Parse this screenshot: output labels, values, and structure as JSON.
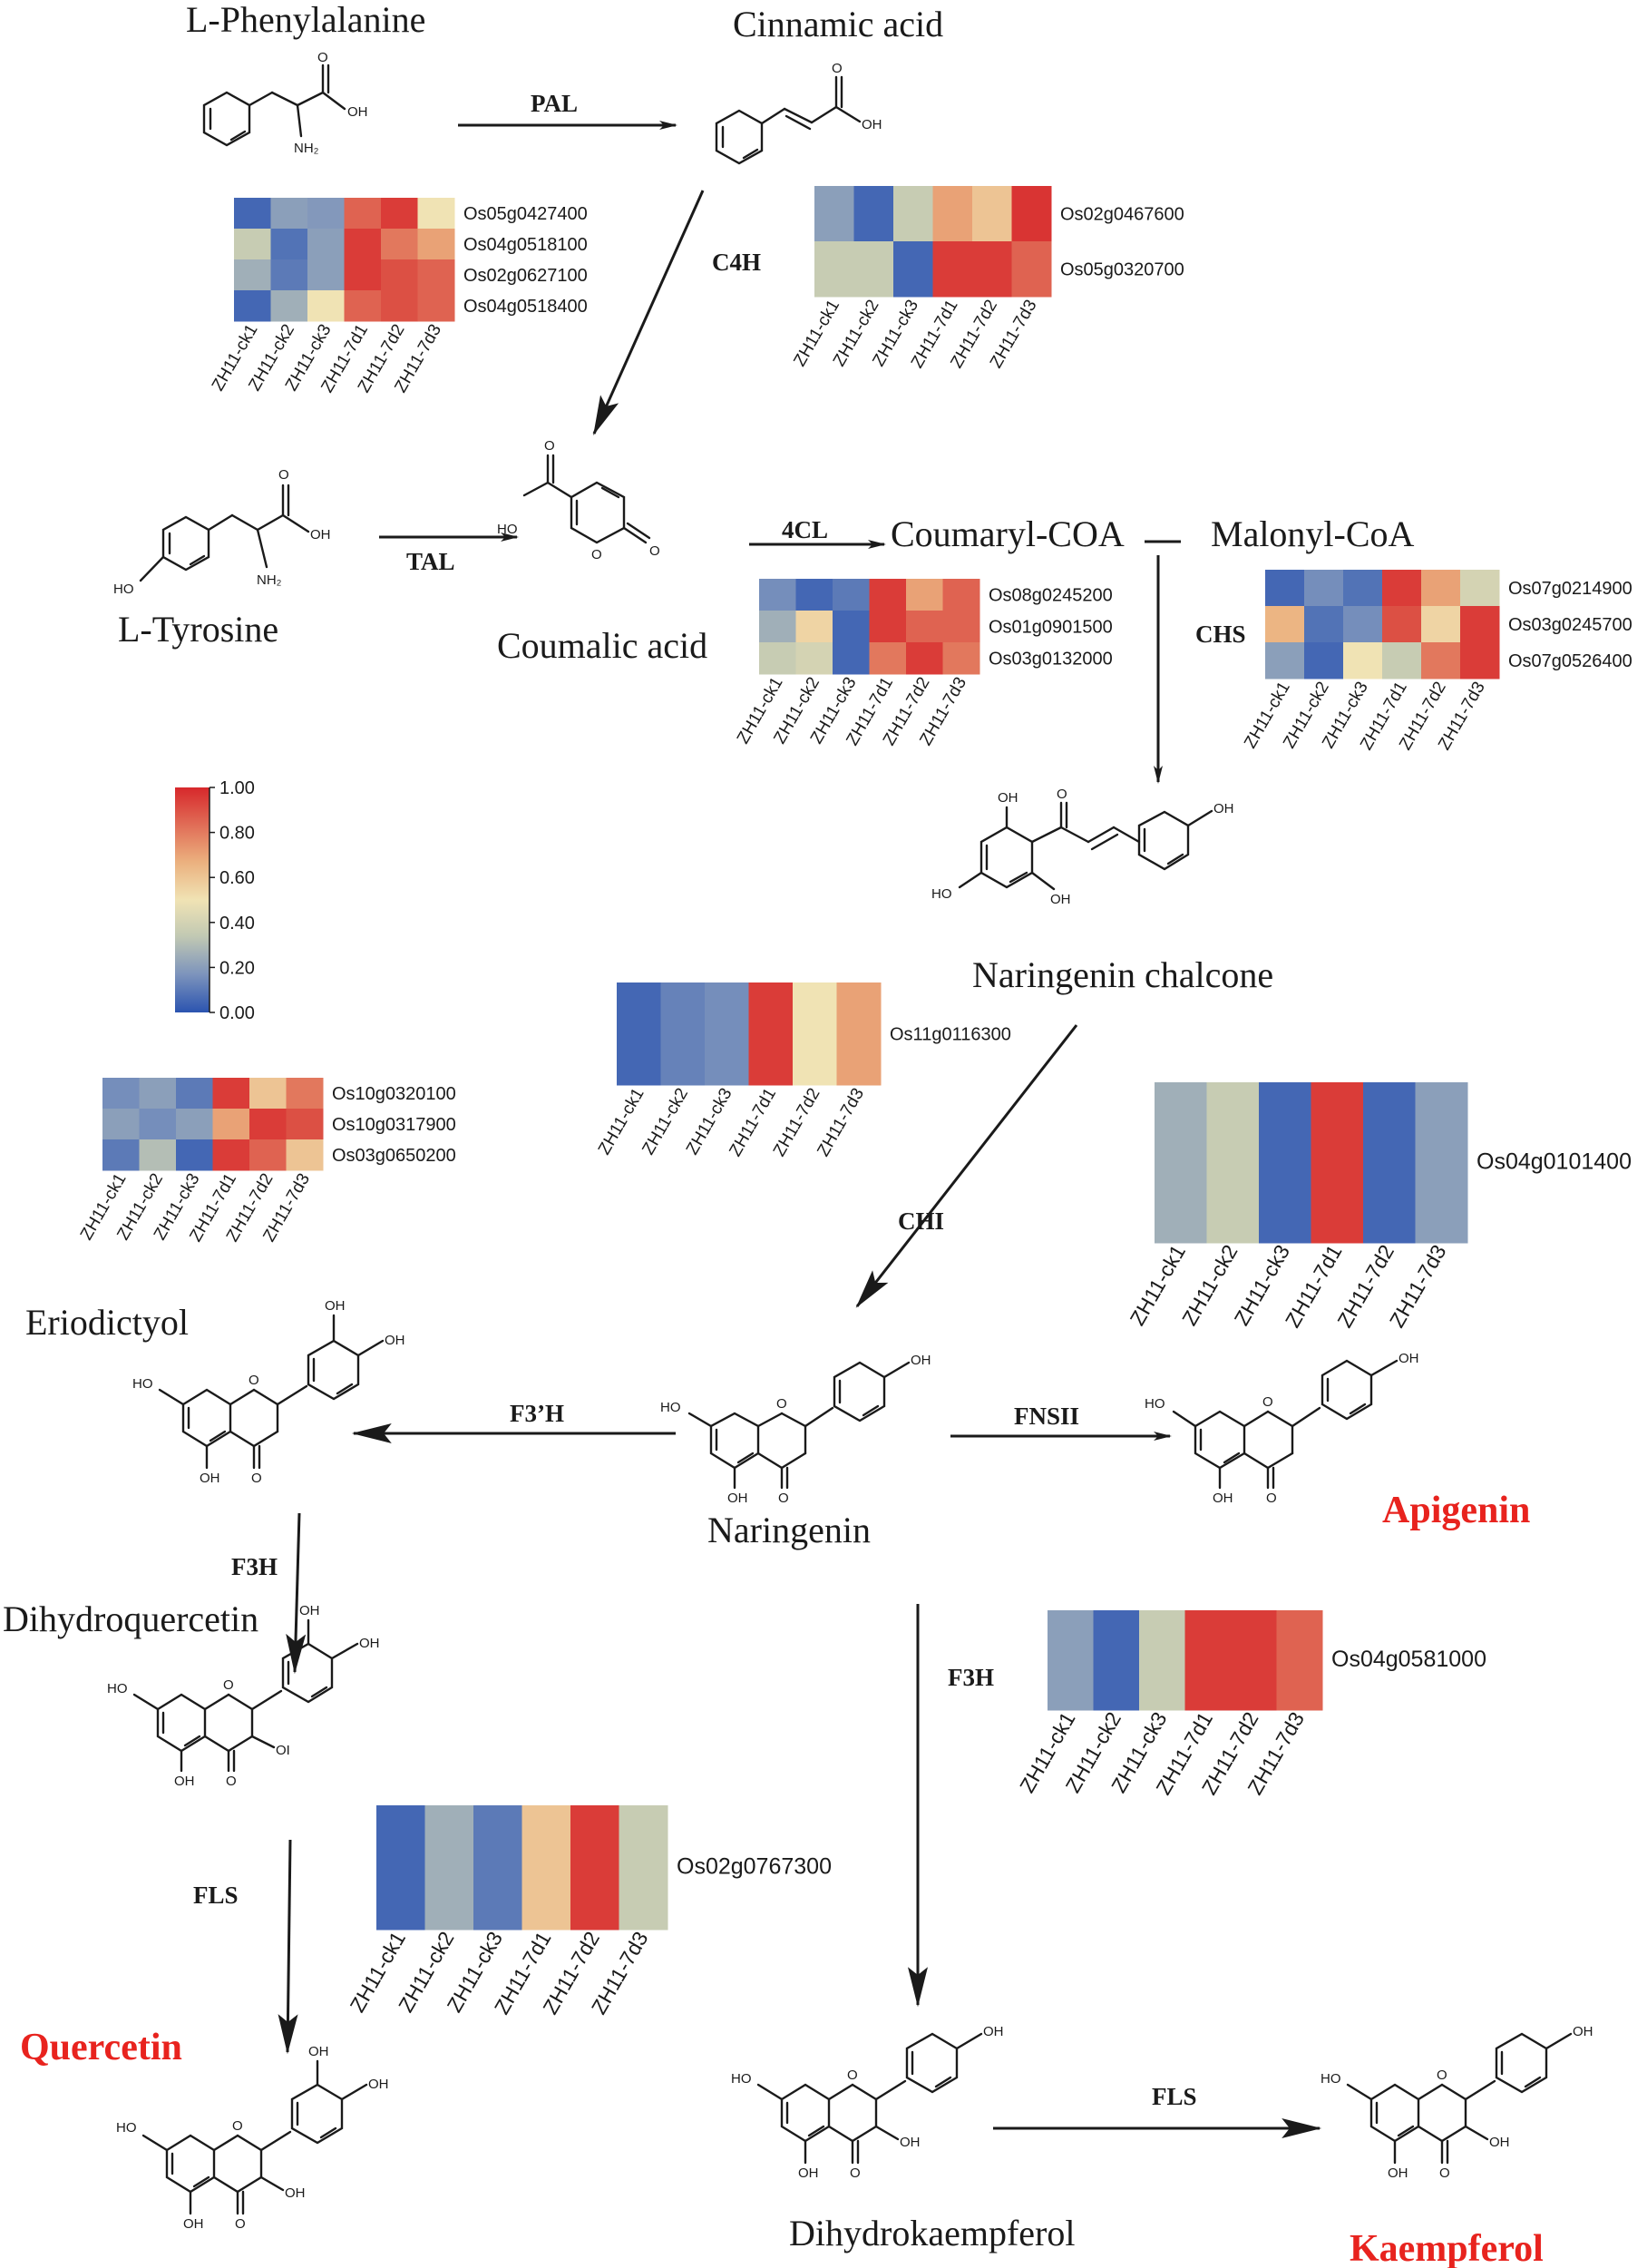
{
  "colors": {
    "scale": [
      "#2b54b0",
      "#7d94bc",
      "#c2c9b3",
      "#f0e3b4",
      "#ebb07e",
      "#e06a55",
      "#d7282b"
    ],
    "highlight": "#e8231e"
  },
  "samples": [
    "ZH11-ck1",
    "ZH11-ck2",
    "ZH11-ck3",
    "ZH11-7d1",
    "ZH11-7d2",
    "ZH11-7d3"
  ],
  "colorbar": {
    "ticks": [
      "1.00",
      "0.80",
      "0.60",
      "0.40",
      "0.20",
      "0.00"
    ]
  },
  "compounds": {
    "phe": "L-Phenylalanine",
    "cinnamic": "Cinnamic acid",
    "tyrosine": "L-Tyrosine",
    "coumalic": "Coumalic acid",
    "coumaryl": "Coumaryl-COA",
    "malonyl": "Malonyl-CoA",
    "chalcone": "Naringenin chalcone",
    "eriodictyol": "Eriodictyol",
    "naringenin": "Naringenin",
    "apigenin": "Apigenin",
    "dihydroquercetin": "Dihydroquercetin",
    "quercetin": "Quercetin",
    "dihydrokaempferol": "Dihydrokaempferol",
    "kaempferol": "Kaempferol"
  },
  "enzymes": {
    "pal": "PAL",
    "c4h": "C4H",
    "tal": "TAL",
    "fourcl": "4CL",
    "chs": "CHS",
    "chi": "CHI",
    "f3ph": "F3’H",
    "fnsii": "FNSII",
    "f3h_left": "F3H",
    "f3h_mid": "F3H",
    "fls_left": "FLS",
    "fls_right": "FLS"
  },
  "atoms": {
    "oh": "OH",
    "o": "O",
    "ho": "HO",
    "nh2": "NH₂",
    "ol": "OI"
  },
  "heatmaps": {
    "pal": {
      "genes": [
        "Os05g0427400",
        "Os04g0518100",
        "Os02g0627100",
        "Os04g0518400"
      ],
      "values": [
        [
          0.05,
          0.2,
          0.18,
          0.85,
          0.95,
          0.5
        ],
        [
          0.35,
          0.08,
          0.2,
          0.95,
          0.8,
          0.7
        ],
        [
          0.25,
          0.1,
          0.2,
          0.95,
          0.9,
          0.85
        ],
        [
          0.05,
          0.25,
          0.5,
          0.85,
          0.9,
          0.85
        ]
      ]
    },
    "c4h": {
      "genes": [
        "Os02g0467600",
        "Os05g0320700"
      ],
      "values": [
        [
          0.2,
          0.05,
          0.35,
          0.7,
          0.6,
          0.97
        ],
        [
          0.35,
          0.35,
          0.05,
          0.95,
          0.95,
          0.85
        ]
      ]
    },
    "fourcl": {
      "genes": [
        "Os08g0245200",
        "Os01g0901500",
        "Os03g0132000"
      ],
      "values": [
        [
          0.15,
          0.05,
          0.1,
          0.95,
          0.7,
          0.85
        ],
        [
          0.25,
          0.55,
          0.05,
          0.95,
          0.85,
          0.85
        ],
        [
          0.35,
          0.4,
          0.05,
          0.8,
          0.95,
          0.8
        ]
      ]
    },
    "chs": {
      "genes": [
        "Os07g0214900",
        "Os03g0245700",
        "Os07g0526400"
      ],
      "values": [
        [
          0.05,
          0.15,
          0.08,
          0.95,
          0.7,
          0.4
        ],
        [
          0.65,
          0.08,
          0.15,
          0.9,
          0.55,
          0.95
        ],
        [
          0.2,
          0.05,
          0.5,
          0.35,
          0.8,
          0.95
        ]
      ]
    },
    "chi": {
      "genes": [
        "Os11g0116300"
      ],
      "values": [
        [
          0.05,
          0.12,
          0.15,
          0.95,
          0.5,
          0.7
        ]
      ]
    },
    "f3ph": {
      "genes": [
        "Os10g0320100",
        "Os10g0317900",
        "Os03g0650200"
      ],
      "values": [
        [
          0.15,
          0.2,
          0.1,
          0.95,
          0.6,
          0.8
        ],
        [
          0.2,
          0.15,
          0.2,
          0.7,
          0.95,
          0.9
        ],
        [
          0.1,
          0.3,
          0.05,
          0.95,
          0.85,
          0.6
        ]
      ]
    },
    "fnsii": {
      "genes": [
        "Os04g0101400"
      ],
      "values": [
        [
          0.25,
          0.35,
          0.05,
          0.95,
          0.05,
          0.2
        ]
      ]
    },
    "f3h": {
      "genes": [
        "Os04g0581000"
      ],
      "values": [
        [
          0.2,
          0.05,
          0.35,
          0.95,
          0.95,
          0.85
        ]
      ]
    },
    "fls": {
      "genes": [
        "Os02g0767300"
      ],
      "values": [
        [
          0.05,
          0.25,
          0.1,
          0.6,
          0.95,
          0.35
        ]
      ]
    }
  }
}
